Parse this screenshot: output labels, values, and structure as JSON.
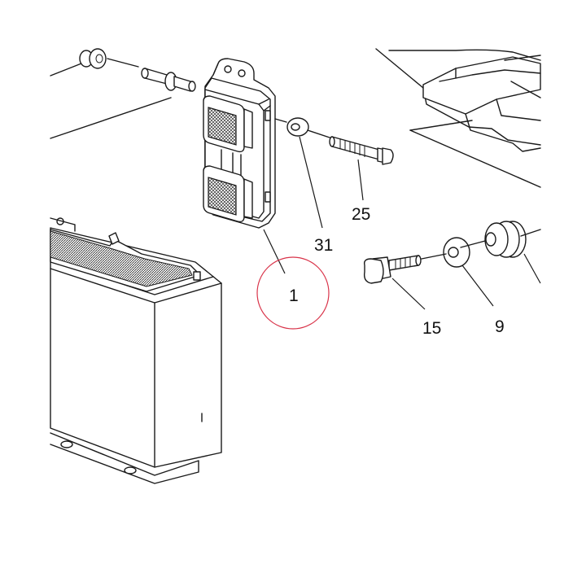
{
  "callouts": {
    "c1": "1",
    "c25": "25",
    "c31": "31",
    "c15": "15",
    "c9": "9"
  },
  "colors": {
    "line": "#1a1a1a",
    "highlight": "#d9344a",
    "background": "#ffffff"
  }
}
